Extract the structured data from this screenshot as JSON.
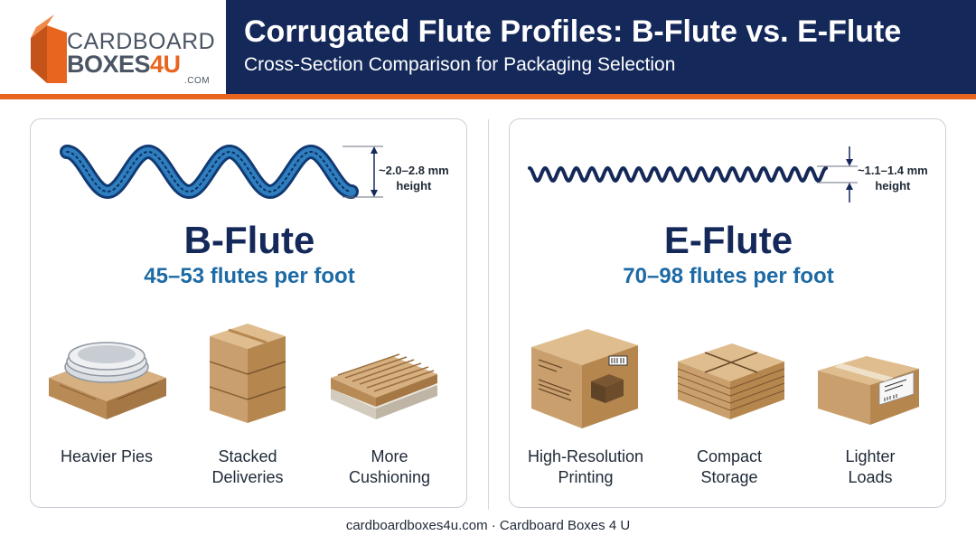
{
  "header": {
    "logo": {
      "line1": "CARDBOARD",
      "line2_main": "BOXES",
      "line2_accent": "4U",
      "suffix": ".COM"
    },
    "title": "Corrugated Flute Profiles: B-Flute vs. E-Flute",
    "subtitle": "Cross-Section Comparison for Packaging Selection"
  },
  "colors": {
    "navy": "#14295a",
    "orange": "#e8651f",
    "blue": "#1d6aa5",
    "wave_blue": "#1e6fa8",
    "kraft": "#c9a06d"
  },
  "panels": {
    "b_flute": {
      "height_label": [
        "~2.0–2.8 mm",
        "height"
      ],
      "name": "B-Flute",
      "count": "45–53 flutes per foot",
      "uses": [
        {
          "lines": [
            "Heavier Pies"
          ],
          "icon": "pie-tray-icon"
        },
        {
          "lines": [
            "Stacked",
            "Deliveries"
          ],
          "icon": "stacked-boxes-icon"
        },
        {
          "lines": [
            "More",
            "Cushioning"
          ],
          "icon": "cushion-sheets-icon"
        }
      ]
    },
    "e_flute": {
      "height_label": [
        "~1.1–1.4 mm",
        "height"
      ],
      "name": "E-Flute",
      "count": "70–98 flutes per foot",
      "uses": [
        {
          "lines": [
            "High-Resolution",
            "Printing"
          ],
          "icon": "printed-box-icon"
        },
        {
          "lines": [
            "Compact",
            "Storage"
          ],
          "icon": "flat-boxes-icon"
        },
        {
          "lines": [
            "Lighter",
            "Loads"
          ],
          "icon": "small-box-icon"
        }
      ]
    }
  },
  "footer": {
    "text": "cardboardboxes4u.com · Cardboard Boxes 4 U"
  }
}
